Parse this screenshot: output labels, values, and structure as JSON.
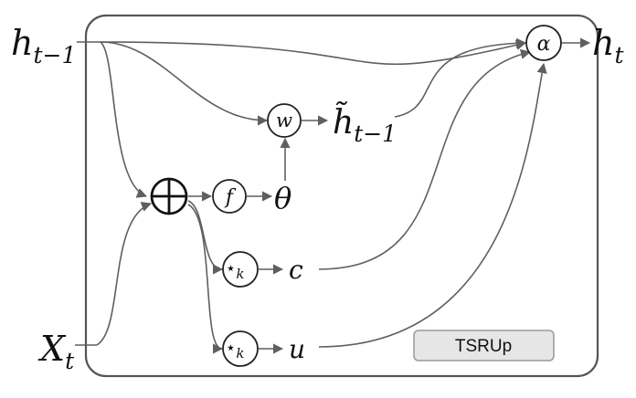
{
  "diagram": {
    "inputs": {
      "h_prev": {
        "base": "h",
        "sub": "t−1"
      },
      "x_t": {
        "base": "X",
        "sub": "t"
      }
    },
    "output": {
      "base": "h",
      "sub": "t"
    },
    "ops": {
      "sum": "⊕",
      "f": "f",
      "w": "w",
      "alpha": "α",
      "conv_1": {
        "base": "⋆",
        "sub": "k"
      },
      "conv_2": {
        "base": "⋆",
        "sub": "k"
      }
    },
    "values": {
      "theta": "θ",
      "h_tilde": {
        "base": "h̃",
        "sub": "t−1"
      },
      "c": "c",
      "u": "u"
    },
    "badge": "TSRUp"
  }
}
